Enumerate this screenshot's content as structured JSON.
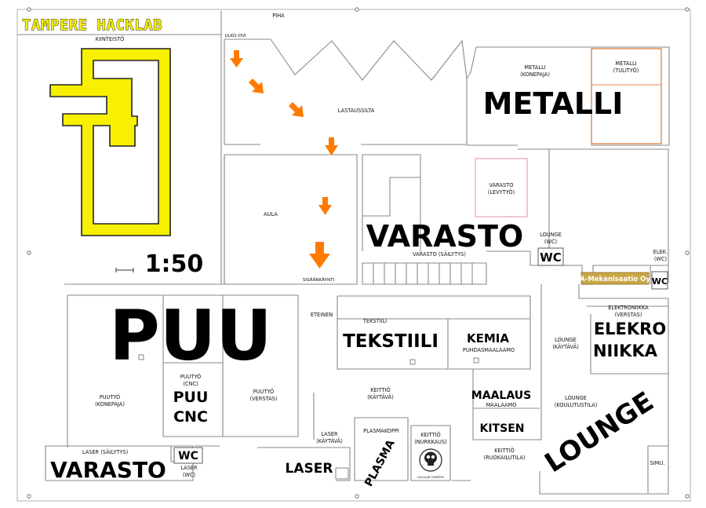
{
  "title": "TAMPERE HACKLAB",
  "scale": "1:50",
  "sign": "A-Mekanisaatio Oy",
  "logo_caption": "HACKLAB TAMPERE",
  "labels": {
    "kiinteisto": "KIINTEISTÖ",
    "piha": "PIHA",
    "ulko_ovi": "ULKO-OVI",
    "lastaussilta": "LASTAUSSILTA",
    "metalli_konepaja_1": "METALLI",
    "metalli_konepaja_2": "(KONEPAJA)",
    "metalli_tulityo_1": "METALLI",
    "metalli_tulityo_2": "(TULITYÖ)",
    "aula": "AULA",
    "varasto_levytyo_1": "VARASTO",
    "varasto_levytyo_2": "(LEVYTYÖ)",
    "varasto_sailytys": "VARASTO (SÄILYTYS)",
    "lounge_wc_1": "LOUNGE",
    "lounge_wc_2": "(WC)",
    "elek_wc_1": "ELEK.",
    "elek_wc_2": "(WC)",
    "sisaankaynti": "SISÄÄNKÄYNTI",
    "eteinen": "ETEINEN",
    "tekstiili": "TEKSTIILI",
    "puhdasmaalaamo": "PUHDASMAALAAMO",
    "elektroniikka_1": "ELEKTRONIIKKA",
    "elektroniikka_2": "(VERSTAS)",
    "lounge_kaytava_1": "LOUNGE",
    "lounge_kaytava_2": "(KÄYTÄVÄ)",
    "puutyo_cnc_1": "PUUTYÖ",
    "puutyo_cnc_2": "(CNC)",
    "puutyo_konepaja_1": "PUUTYÖ",
    "puutyo_konepaja_2": "(KONEPAJA)",
    "puutyo_verstas_1": "PUUTYÖ",
    "puutyo_verstas_2": "(VERSTAS)",
    "keittio_kaytava_1": "KEITTIÖ",
    "keittio_kaytava_2": "(KÄYTÄVÄ)",
    "maalaamo": "MAALAAMO",
    "lounge_koulutustila_1": "LOUNGE",
    "lounge_koulutustila_2": "(KOULUTUSTILA)",
    "laser_kaytava_1": "LASER",
    "laser_kaytava_2": "(KÄYTÄVÄ)",
    "plasmakoppi": "PLASMAKOPPI",
    "keittio_nurkkaus_1": "KEITTIÖ",
    "keittio_nurkkaus_2": "(NURKKAUS)",
    "keittio_ruokailutila_1": "KEITTIÖ",
    "keittio_ruokailutila_2": "(RUOKAILUTILA)",
    "laser_sailytys": "LASER (SÄILYTYS)",
    "laser_wc_1": "LASER",
    "laser_wc_2": "(WC)",
    "simu": "SIMU."
  },
  "big_labels": {
    "metalli": "METALLI",
    "varasto": "VARASTO",
    "wc": "WC",
    "puu": "PUU",
    "tekstiili": "TEKSTIILI",
    "kemia": "KEMIA",
    "elekro": "ELEKRO",
    "niikka": "NIIKKA",
    "puu_small": "PUU",
    "cnc": "CNC",
    "maalaus": "MAALAUS",
    "kitsen": "KITSEN",
    "lounge": "LOUNGE",
    "laser": "LASER",
    "plasma": "PLASMA",
    "varasto_bottom": "VARASTO"
  },
  "colors": {
    "arrow": "#ff7a00",
    "logo_yellow": "#f7f000",
    "tulityo_border": "#e08a50",
    "levytyo_border": "#e7a0b8",
    "sign_bg": "#c9a646"
  }
}
